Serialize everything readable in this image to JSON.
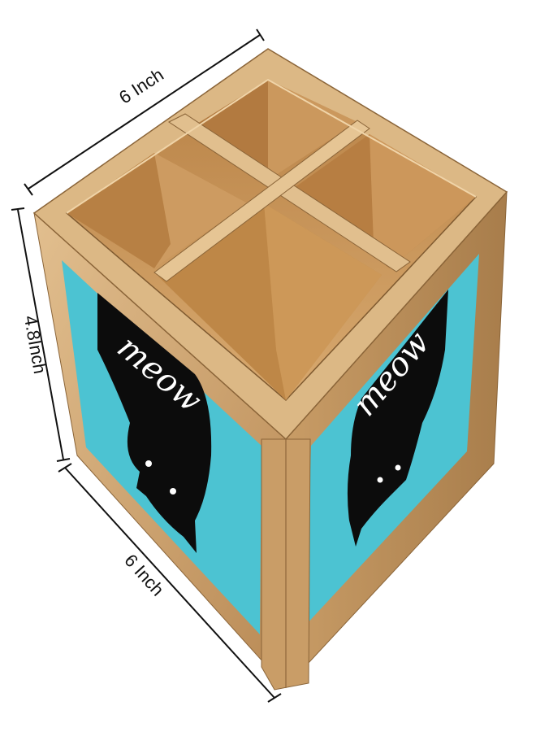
{
  "dimensions": {
    "top_width": "6 Inch",
    "height": "4.8Inch",
    "bottom_width": "6 Inch"
  },
  "panel_left_text": "meow",
  "panel_right_text": "meow",
  "colors": {
    "wood_light": "#d9b483",
    "wood_mid": "#c49a66",
    "wood_dark": "#a67c4c",
    "wood_interior": "#c8935a",
    "panel_blue": "#4cc3d2",
    "cat_black": "#0c0c0c",
    "line": "#111111"
  }
}
